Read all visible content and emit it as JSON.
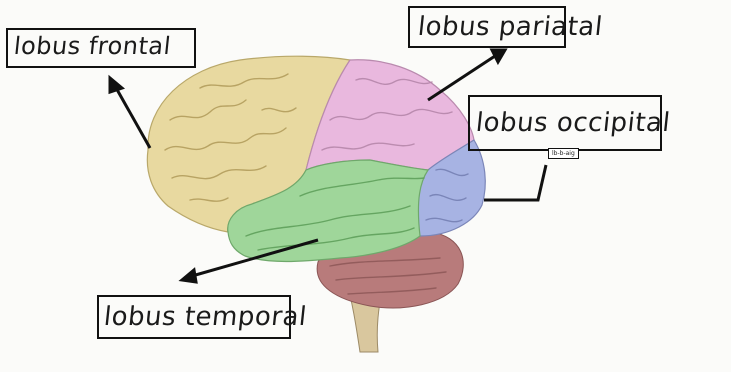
{
  "labels": {
    "frontal": "lobus frontal",
    "parietal": "lobus pariatal",
    "occipital": "lobus occipital",
    "temporal": "lobus temporal"
  },
  "small_label": "lb-b-aig",
  "colors": {
    "frontal": "#e8d9a0",
    "parietal": "#e9b8de",
    "occipital": "#a7b3e3",
    "temporal": "#9fd69a",
    "cerebellum": "#b87b7b",
    "brainstem": "#d9c79e",
    "ink": "#111111"
  }
}
